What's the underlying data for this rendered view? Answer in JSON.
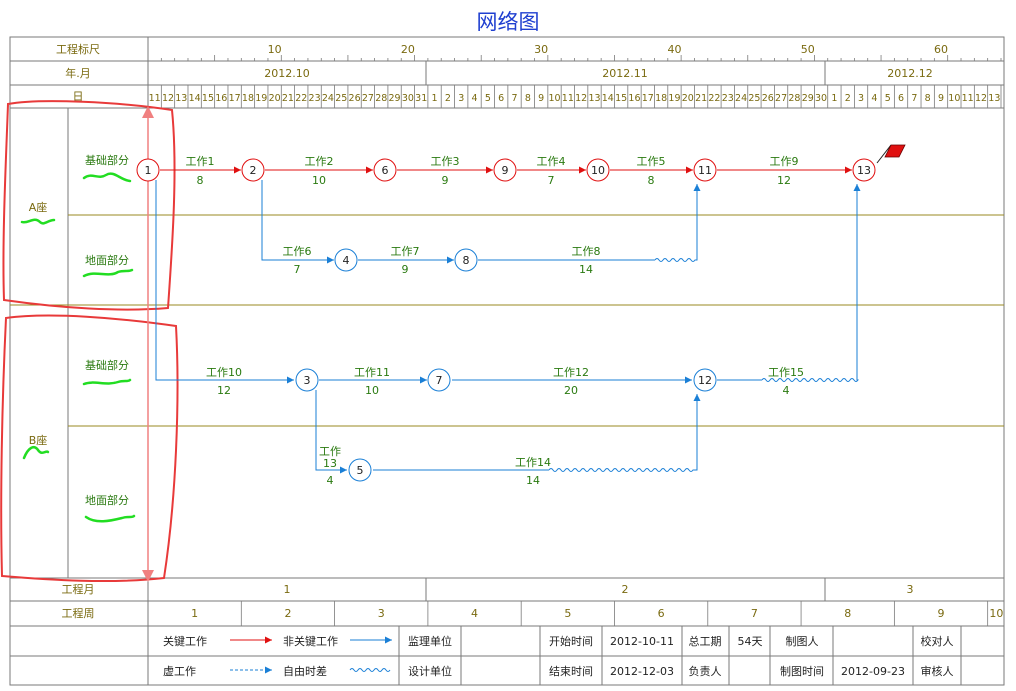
{
  "title": "网络图",
  "header": {
    "scale_label": "工程标尺",
    "scale_ticks": [
      "10",
      "20",
      "30",
      "40",
      "50",
      "60"
    ],
    "month_label": "年.月",
    "months": [
      "2012.10",
      "2012.11",
      "2012.12"
    ],
    "day_label": "日",
    "days": [
      "11",
      "12",
      "13",
      "14",
      "15",
      "16",
      "17",
      "18",
      "19",
      "20",
      "21",
      "22",
      "23",
      "24",
      "25",
      "26",
      "27",
      "28",
      "29",
      "30",
      "31",
      "1",
      "2",
      "3",
      "4",
      "5",
      "6",
      "7",
      "8",
      "9",
      "10",
      "11",
      "12",
      "13",
      "14",
      "15",
      "16",
      "17",
      "18",
      "19",
      "20",
      "21",
      "22",
      "23",
      "24",
      "25",
      "26",
      "27",
      "28",
      "29",
      "30",
      "1",
      "2",
      "3",
      "4",
      "5",
      "6",
      "7",
      "8",
      "9",
      "10",
      "11",
      "12",
      "13"
    ]
  },
  "groups": [
    {
      "name": "A座",
      "rows": [
        "基础部分",
        "地面部分"
      ]
    },
    {
      "name": "B座",
      "rows": [
        "基础部分",
        "地面部分"
      ]
    }
  ],
  "nodes": [
    "1",
    "2",
    "3",
    "4",
    "5",
    "6",
    "7",
    "8",
    "9",
    "10",
    "11",
    "12",
    "13"
  ],
  "works": [
    {
      "name": "工作1",
      "duration": "8"
    },
    {
      "name": "工作2",
      "duration": "10"
    },
    {
      "name": "工作3",
      "duration": "9"
    },
    {
      "name": "工作4",
      "duration": "7"
    },
    {
      "name": "工作5",
      "duration": "8"
    },
    {
      "name": "工作9",
      "duration": "12"
    },
    {
      "name": "工作6",
      "duration": "7"
    },
    {
      "name": "工作7",
      "duration": "9"
    },
    {
      "name": "工作8",
      "duration": "14"
    },
    {
      "name": "工作10",
      "duration": "12"
    },
    {
      "name": "工作11",
      "duration": "10"
    },
    {
      "name": "工作12",
      "duration": "20"
    },
    {
      "name": "工作15",
      "duration": "4"
    },
    {
      "name": "工作",
      "name2": "13",
      "duration": "4"
    },
    {
      "name": "工作14",
      "duration": "14"
    }
  ],
  "footer": {
    "month_label": "工程月",
    "months": [
      "1",
      "2",
      "3"
    ],
    "week_label": "工程周",
    "weeks": [
      "1",
      "2",
      "3",
      "4",
      "5",
      "6",
      "7",
      "8",
      "9",
      "10"
    ]
  },
  "legend": {
    "critical": "关键工作",
    "noncritical": "非关键工作",
    "dummy": "虚工作",
    "free_float": "自由时差",
    "supervisor": "监理单位",
    "designer": "设计单位",
    "start_label": "开始时间",
    "start_value": "2012-10-11",
    "end_label": "结束时间",
    "end_value": "2012-12-03",
    "total_label": "总工期",
    "total_value": "54天",
    "owner_label": "负责人",
    "drawer_label": "制图人",
    "draw_time_label": "制图时间",
    "draw_time_value": "2012-09-23",
    "checker_label": "校对人",
    "reviewer_label": "审核人"
  },
  "colors": {
    "critical": "#e01010",
    "noncritical": "#1a7fd6",
    "label_green": "#2a7a10",
    "header_text": "#7a6a10",
    "grid": "#7a7a7a",
    "row_divider": "#9a8a20",
    "annotation": "#e83a3a",
    "scribble": "#22dd22"
  }
}
